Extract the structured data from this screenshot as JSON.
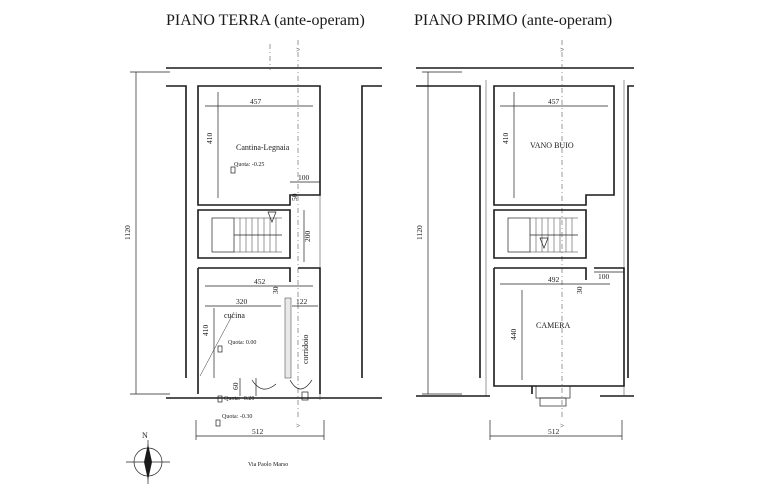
{
  "titles": {
    "ground": "PIANO TERRA (ante-operam)",
    "first": "PIANO PRIMO (ante-operam)"
  },
  "section_marker": ">",
  "ground": {
    "rooms": {
      "cantina": "Cantina-Legnaia",
      "cucina": "cucina",
      "corridoio": "corridoio"
    },
    "levels": {
      "cantina": "Quota: -0.25",
      "cucina": "Quota: 0.00",
      "entrance": "Quota: -0.20",
      "street": "Quota: -0.30"
    },
    "dims": {
      "total_height": "1120",
      "top_width": "457",
      "top_height": "410",
      "notch": "100",
      "landing": "50",
      "stair": "200",
      "kitchen_outer": "452",
      "wall_gap": "30",
      "kitchen_inner": "320",
      "corridor": "122",
      "kitchen_height": "410",
      "step": "60",
      "front_width": "512"
    },
    "street_name": "Via Paolo Marso",
    "north": "N"
  },
  "first": {
    "rooms": {
      "vano_buio": "VANO BUIO",
      "camera": "CAMERA"
    },
    "dims": {
      "total_height": "1120",
      "top_width": "457",
      "top_height": "410",
      "notch": "100",
      "lower_width": "492",
      "wall_gap": "30",
      "lower_height": "440",
      "front_width": "512"
    }
  }
}
